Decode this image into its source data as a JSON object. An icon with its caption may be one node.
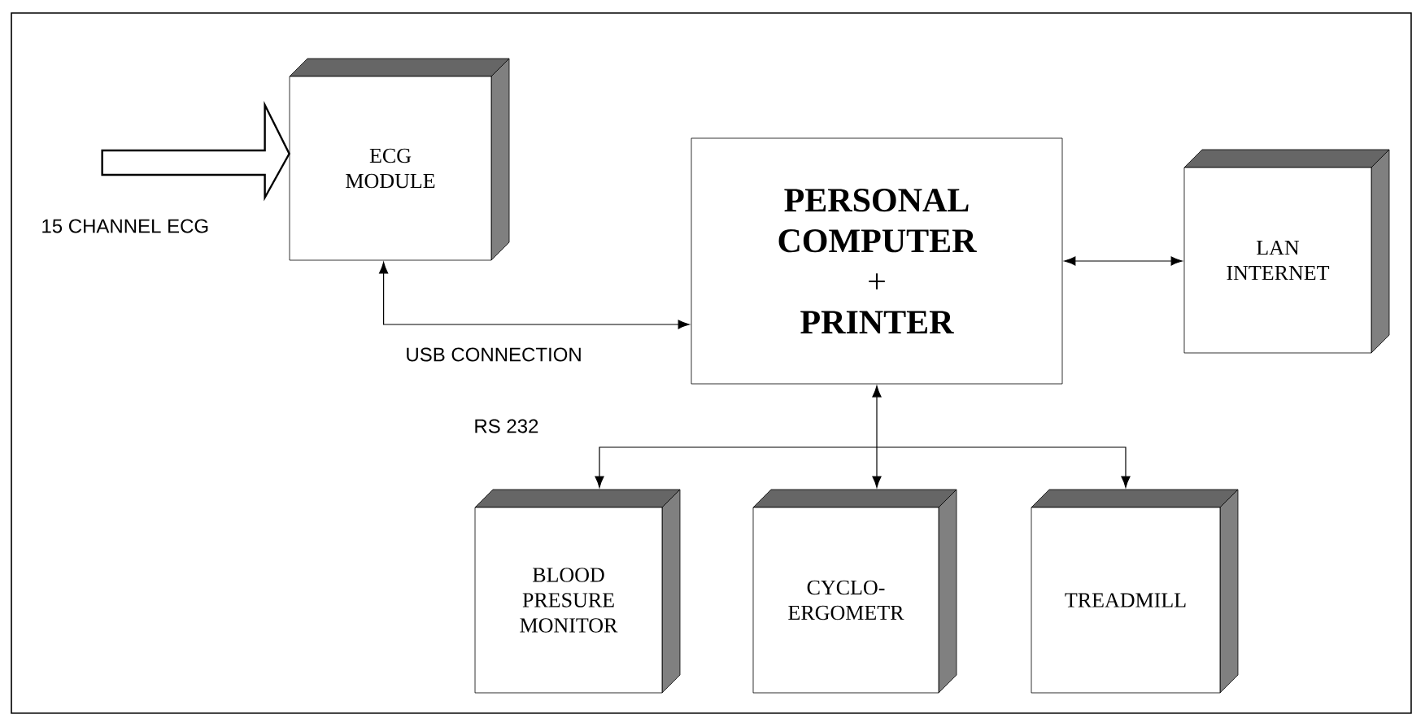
{
  "diagram": {
    "nodes": [
      {
        "text": [
          "ECG MODULE"
        ]
      },
      {
        "text": [
          "PERSONAL COMPUTER",
          "+",
          "PRINTER"
        ]
      },
      {
        "text": [
          "LAN INTERNET"
        ]
      },
      {
        "text": [
          "BLOOD PRESURE MONITOR"
        ]
      },
      {
        "text": [
          "CYCLO- ERGOMETR"
        ]
      },
      {
        "text": [
          "TREADMILL"
        ]
      }
    ],
    "edges": [
      {
        "from": null,
        "to": 0,
        "arrow": "to",
        "style": "thick"
      },
      {
        "from": 0,
        "to": 1,
        "arrow": "both",
        "label": "USB CONNECTION"
      },
      {
        "from": 1,
        "to": 2,
        "arrow": "both"
      },
      {
        "from": 1,
        "to": 3,
        "arrow": "both",
        "label": "RS 232"
      },
      {
        "from": 1,
        "to": 4,
        "arrow": "both"
      },
      {
        "from": 1,
        "to": 5,
        "arrow": "both"
      }
    ],
    "labels": [
      "15 CHANNEL ECG"
    ]
  }
}
